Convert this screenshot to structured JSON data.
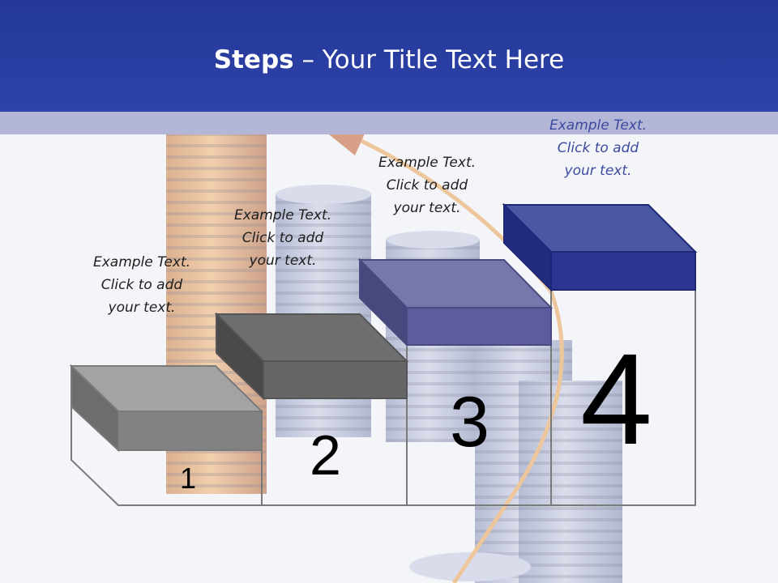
{
  "title": {
    "bold": "Steps",
    "rest": " – Your Title Text Here"
  },
  "steps": [
    {
      "number": "1",
      "caption": [
        "Example Text.",
        "Click  to add",
        "your text."
      ]
    },
    {
      "number": "2",
      "caption": [
        "Example Text.",
        "Click  to add",
        "your text."
      ]
    },
    {
      "number": "3",
      "caption": [
        "Example Text.",
        "Click  to add",
        "your text."
      ]
    },
    {
      "number": "4",
      "caption": [
        "Example Text.",
        "Click  to add",
        "your text."
      ]
    }
  ],
  "colors": {
    "header": "#2d42a8",
    "step1": "#8a8a8a",
    "step2": "#6a6a6a",
    "step3": "#6666a8",
    "step4": "#2e3a94"
  }
}
